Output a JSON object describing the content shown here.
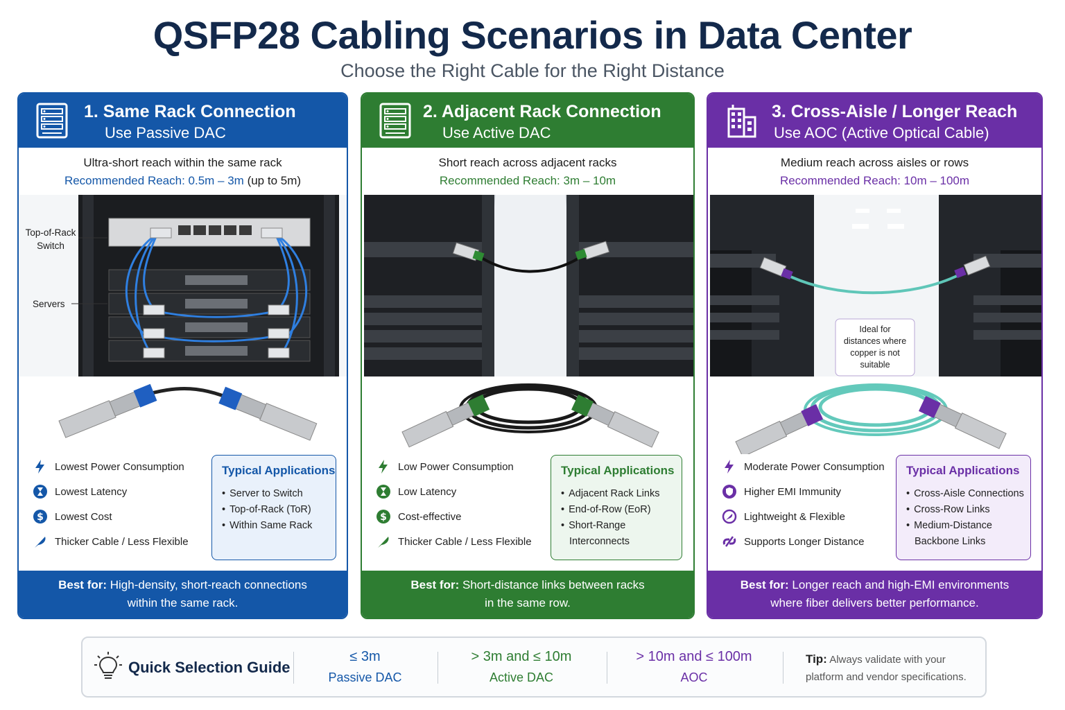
{
  "title": "QSFP28 Cabling Scenarios in Data Center",
  "subtitle": "Choose the Right Cable for the Right Distance",
  "panels": [
    {
      "heading": "1. Same Rack Connection",
      "subheading": "Use Passive DAC",
      "description": "Ultra-short reach within the same rack",
      "reach": "Recommended Reach: 0.5m – 3m",
      "reach_suffix": " (up to 5m)",
      "photo_labels": [
        "Top-of-Rack Switch",
        "Servers"
      ],
      "features": [
        "Lowest Power Consumption",
        "Lowest Latency",
        "Lowest Cost",
        "Thicker Cable / Less Flexible"
      ],
      "apps_title": "Typical Applications",
      "apps": [
        "Server to Switch",
        "Top-of-Rack (ToR)",
        "Within Same Rack"
      ],
      "best_label": "Best for:",
      "best_text_1": " High-density, short-reach connections",
      "best_text_2": "within the same rack.",
      "color": "#1457a8"
    },
    {
      "heading": "2. Adjacent Rack Connection",
      "subheading": "Use Active DAC",
      "description": "Short reach across adjacent racks",
      "reach": "Recommended Reach: 3m – 10m",
      "features": [
        "Low Power Consumption",
        "Low Latency",
        "Cost-effective",
        "Thicker Cable / Less Flexible"
      ],
      "apps_title": "Typical Applications",
      "apps": [
        "Adjacent Rack Links",
        "End-of-Row (EoR)",
        "Short-Range",
        "Interconnects"
      ],
      "best_label": "Best for:",
      "best_text_1": " Short-distance links between racks",
      "best_text_2": "in the same row.",
      "color": "#2e7d32"
    },
    {
      "heading": "3. Cross-Aisle / Longer Reach",
      "subheading": "Use AOC (Active Optical Cable)",
      "description": "Medium reach across aisles or rows",
      "reach": "Recommended Reach: 10m – 100m",
      "callout": [
        "Ideal for",
        "distances where",
        "copper is not",
        "suitable"
      ],
      "features": [
        "Moderate Power Consumption",
        "Higher EMI Immunity",
        "Lightweight & Flexible",
        "Supports Longer Distance"
      ],
      "apps_title": "Typical Applications",
      "apps": [
        "Cross-Aisle Connections",
        "Cross-Row Links",
        "Medium-Distance",
        "Backbone Links"
      ],
      "best_label": "Best for:",
      "best_text_1": " Longer reach and high-EMI environments",
      "best_text_2": "where fiber delivers better performance.",
      "color": "#6a2fa6"
    }
  ],
  "guide": {
    "title": "Quick Selection Guide",
    "options": [
      {
        "range": "≤ 3m",
        "label": "Passive DAC",
        "color": "#1457a8"
      },
      {
        "range": "> 3m and ≤ 10m",
        "label": "Active DAC",
        "color": "#2e7d32"
      },
      {
        "range": "> 10m and ≤ 100m",
        "label": "AOC",
        "color": "#6a2fa6"
      }
    ],
    "tip_label": "Tip:",
    "tip_text_1": " Always validate with your",
    "tip_text_2": "platform and vendor specifications."
  }
}
